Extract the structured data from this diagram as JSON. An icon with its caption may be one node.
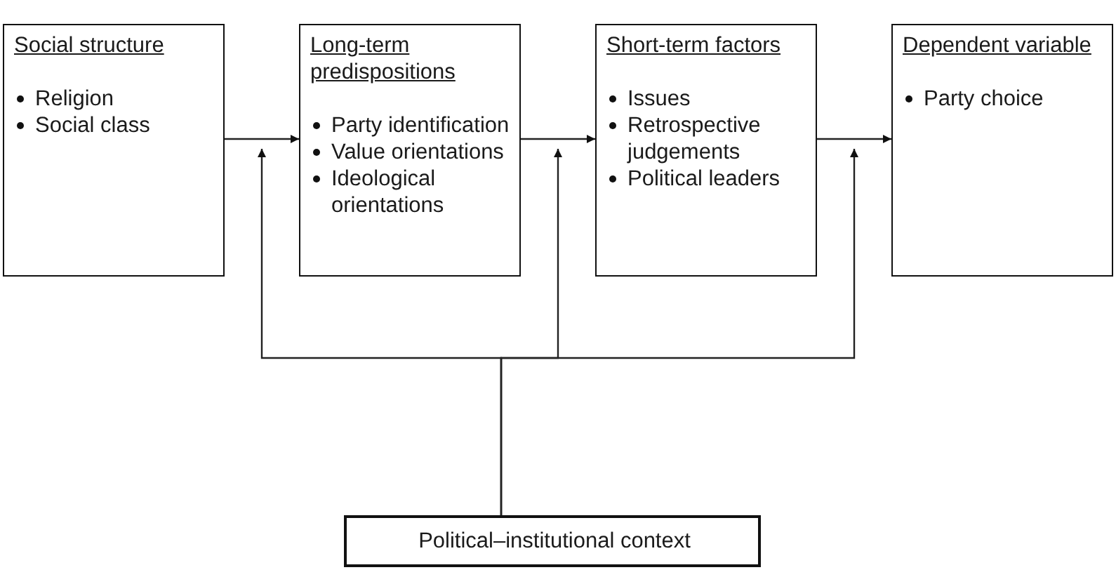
{
  "diagram": {
    "nodes": [
      {
        "text": [
          "Social structure",
          "Religion",
          "Social class"
        ]
      },
      {
        "text": [
          "Long-term predispositions",
          "Party identification",
          "Value orientations",
          "Ideological orientations"
        ]
      },
      {
        "text": [
          "Short-term factors",
          "Issues",
          "Retrospective judgements",
          "Political leaders"
        ]
      },
      {
        "text": [
          "Dependent variable",
          "Party choice"
        ]
      },
      {
        "text": [
          "Political–institutional context"
        ]
      }
    ],
    "edges": [
      {
        "from": 0,
        "to": 1,
        "arrow": "to"
      },
      {
        "from": 1,
        "to": 2,
        "arrow": "to"
      },
      {
        "from": 2,
        "to": 3,
        "arrow": "to"
      },
      {
        "from": 4,
        "to": null,
        "arrow": "to"
      },
      {
        "from": 4,
        "to": null,
        "arrow": "to"
      },
      {
        "from": 4,
        "to": null,
        "arrow": "to"
      }
    ]
  }
}
